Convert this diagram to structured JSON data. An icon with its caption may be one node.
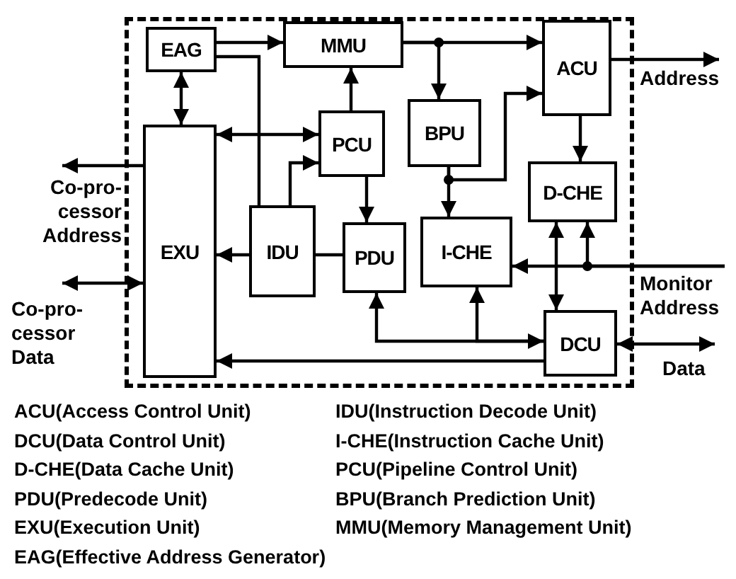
{
  "diagram": {
    "nodes": [
      {
        "text": [],
        "shape": "box"
      },
      {
        "text": [
          "EAG"
        ],
        "in": 0
      },
      {
        "text": [
          "MMU"
        ],
        "in": 0
      },
      {
        "text": [
          "ACU"
        ],
        "in": 0
      },
      {
        "text": [
          "PCU"
        ],
        "in": 0
      },
      {
        "text": [
          "BPU"
        ],
        "in": 0
      },
      {
        "text": [
          "D-CHE"
        ],
        "in": 0
      },
      {
        "text": [
          "EXU"
        ],
        "in": 0
      },
      {
        "text": [
          "IDU"
        ],
        "in": 0
      },
      {
        "text": [
          "PDU"
        ],
        "in": 0
      },
      {
        "text": [
          "I-CHE"
        ],
        "in": 0
      },
      {
        "text": [
          "DCU"
        ],
        "in": 0
      },
      {
        "text": [
          "Address"
        ]
      },
      {
        "text": [
          "Co-pro- cessor Address"
        ]
      },
      {
        "text": [
          "Monitor Address"
        ]
      },
      {
        "text": [
          "Co-pro- cessor Data"
        ]
      },
      {
        "text": [
          "Data"
        ]
      }
    ],
    "edges": [
      {
        "from": 1,
        "to": 2,
        "arrow": "to"
      },
      {
        "from": 1,
        "to": 7,
        "arrow": "both"
      },
      {
        "from": 1,
        "to": 8,
        "arrow": "none"
      },
      {
        "from": 7,
        "to": 4,
        "arrow": "both"
      },
      {
        "from": 8,
        "to": 4,
        "arrow": "to"
      },
      {
        "from": 4,
        "to": 2,
        "arrow": "to"
      },
      {
        "from": 2,
        "to": 3,
        "arrow": "to"
      },
      {
        "from": 2,
        "to": 5,
        "arrow": "to"
      },
      {
        "from": 5,
        "to": 3,
        "arrow": "to"
      },
      {
        "from": 5,
        "to": 10,
        "arrow": "to"
      },
      {
        "from": 4,
        "to": 9,
        "arrow": "to"
      },
      {
        "from": 3,
        "to": 6,
        "arrow": "to"
      },
      {
        "from": 8,
        "to": 7,
        "arrow": "to"
      },
      {
        "from": 8,
        "to": 9,
        "arrow": "none"
      },
      {
        "from": 14,
        "to": 10,
        "arrow": "to"
      },
      {
        "from": 14,
        "to": 6,
        "arrow": "to"
      },
      {
        "from": 6,
        "to": 11,
        "arrow": "both"
      },
      {
        "from": 10,
        "to": 11,
        "arrow": "both"
      },
      {
        "from": 11,
        "to": 9,
        "arrow": "to"
      },
      {
        "from": 11,
        "to": 7,
        "arrow": "to"
      },
      {
        "from": 11,
        "to": 16,
        "arrow": "both"
      },
      {
        "from": 3,
        "to": 12,
        "arrow": "to"
      },
      {
        "from": 7,
        "to": 13,
        "arrow": "to"
      },
      {
        "from": 7,
        "to": 15,
        "arrow": "both"
      }
    ],
    "labels": [
      "ACU(Access Control Unit)",
      "IDU(Instruction Decode Unit)",
      "DCU(Data Control Unit)",
      "I-CHE(Instruction Cache Unit)",
      "D-CHE(Data Cache Unit)",
      "PCU(Pipeline Control Unit)",
      "PDU(Predecode Unit)",
      "BPU(Branch Prediction Unit)",
      "EXU(Execution Unit)",
      "MMU(Memory Management Unit)",
      "EAG(Effective Address Generator)"
    ]
  }
}
